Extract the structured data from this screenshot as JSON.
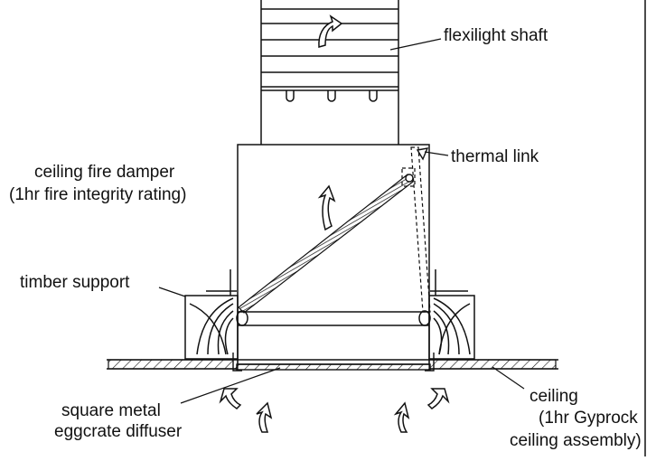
{
  "labels": {
    "flexilight_shaft": "flexilight shaft",
    "thermal_link": "thermal link",
    "ceiling_fire_damper_line1": "ceiling fire damper",
    "ceiling_fire_damper_line2": "(1hr fire integrity rating)",
    "timber_support": "timber support",
    "diffuser_line1": "square metal",
    "diffuser_line2": "eggcrate diffuser",
    "ceiling_line1": "ceiling",
    "ceiling_line2": "(1hr Gyprock",
    "ceiling_line3": "ceiling assembly)"
  },
  "colors": {
    "stroke": "#111111",
    "background": "#ffffff"
  }
}
